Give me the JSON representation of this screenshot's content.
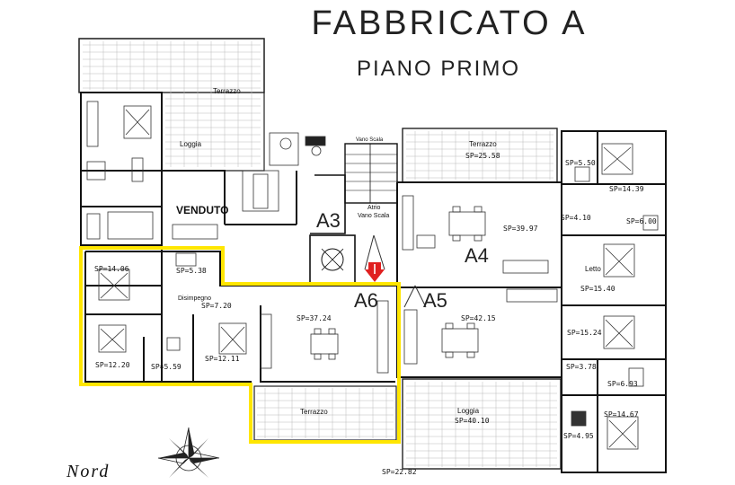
{
  "title": "FABBRICATO A",
  "subtitle": "PIANO PRIMO",
  "north_label": "Nord",
  "apartments": [
    "A3",
    "A4",
    "A5",
    "A6"
  ],
  "labels": {
    "terrazzo": "Terrazzo",
    "loggia": "Loggia",
    "venduto": "VENDUTO",
    "vano_scala": "Vano Scala",
    "atrio": "Atrio",
    "atrio_vano": "Vano Scala",
    "disimpegno": "Disimpegno",
    "letto": "Letto"
  },
  "areas": {
    "a1": "SP=14.06",
    "a2": "SP=5.38",
    "a3": "SP=7.20",
    "a4": "SP=12.20",
    "a5": "SP=5.59",
    "a6": "SP=12.11",
    "a7": "SP=37.24",
    "a8": "SP=25.58",
    "a9": "SP=39.97",
    "a10": "SP=42.15",
    "a11": "SP=40.10",
    "a12": "SP=22.82",
    "b1": "SP=5.50",
    "b2": "SP=14.39",
    "b3": "SP=4.10",
    "b4": "SP=6.00",
    "b5": "SP=15.40",
    "b6": "SP=15.24",
    "b7": "SP=3.78",
    "b8": "SP=6.93",
    "b9": "SP=14.67",
    "b10": "SP=4.95"
  },
  "colors": {
    "outline": "#ffe600",
    "marker": "#e02020",
    "ink": "#111111"
  }
}
